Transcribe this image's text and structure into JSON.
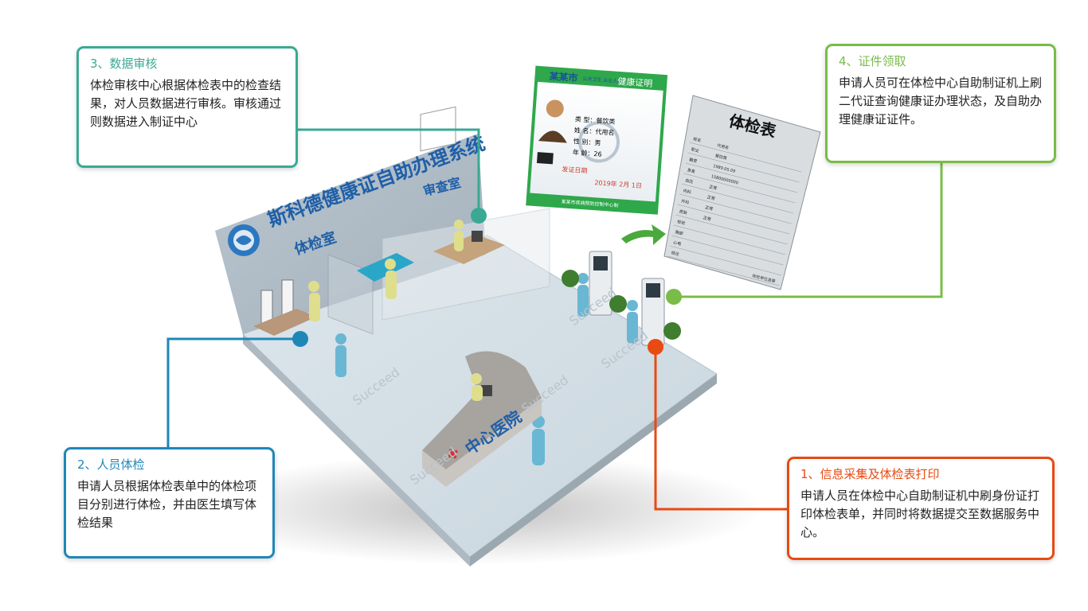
{
  "colors": {
    "step1": "#e84a12",
    "step2": "#1f87b8",
    "step3": "#3aa994",
    "step4": "#79bc48"
  },
  "steps": {
    "step1": {
      "title": "1、信息采集及体检表打印",
      "body": "申请人员在体检中心自助制证机中刷身份证打印体检表单，并同时将数据提交至数据服务中心。"
    },
    "step2": {
      "title": "2、人员体检",
      "body": "申请人员根据体检表单中的体检项目分别进行体检，并由医生填写体检结果"
    },
    "step3": {
      "title": "3、数据审核",
      "body": "体检审核中心根据体检表中的检查结果，对人员数据进行审核。审核通过则数据进入制证中心"
    },
    "step4": {
      "title": "4、证件领取",
      "body": "申请人员可在体检中心自助制证机上刷二代证查询健康证办理状态，及自助办理健康证证件。"
    }
  },
  "scene": {
    "system_title": "斯科德健康证自助办理系统",
    "exam_room": "体检室",
    "review_room": "审查室",
    "hospital_sign": "中心医院",
    "watermark": "Succeed"
  },
  "health_cert": {
    "header_city": "某某市",
    "header_sub": "公共卫生 从业人员",
    "header_title": "健康证明",
    "type_label": "类 型：",
    "type_value": "餐饮类",
    "name_label": "姓 名：",
    "name_value": "代用名",
    "sex_label": "性 别：",
    "sex_value": "男",
    "age_label": "年 龄：",
    "age_value": "26",
    "issue_label": "发证日期",
    "issue_date": "2019年 2月 1日",
    "footer": "某某市疾病预防控制中心制"
  },
  "exam_form": {
    "title": "体检表",
    "row_labels": [
      "姓名",
      "职业",
      "籍贯",
      "身高",
      "血压",
      "内科",
      "外科",
      "皮肤",
      "检验",
      "胸部",
      "心电",
      "结论"
    ],
    "values": [
      "代用名",
      "餐饮类",
      "1989.05.09",
      "15800000000",
      "正常",
      "正常",
      "正常",
      "正常"
    ],
    "footer": "体检单位盖章"
  }
}
